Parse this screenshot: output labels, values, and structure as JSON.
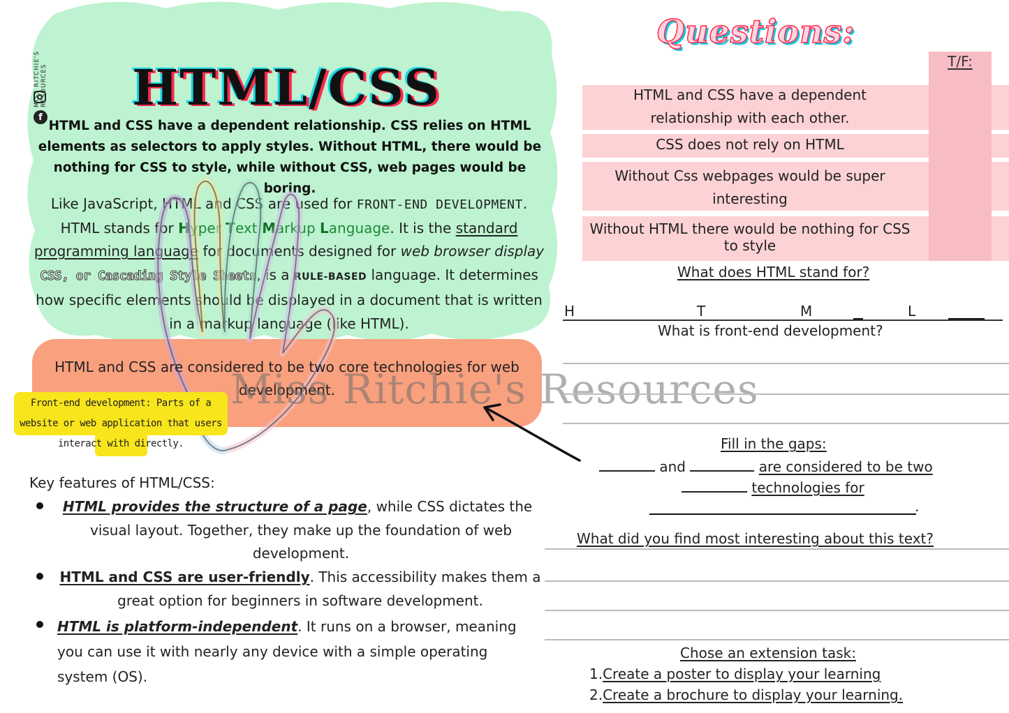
{
  "brand": {
    "name": "MISS RITCHIE'S RESOURCES"
  },
  "left": {
    "title": "HTML/CSS",
    "intro": "HTML and CSS have a dependent relationship. CSS relies on HTML elements as selectors to apply styles. Without HTML, there would be nothing for CSS to style, while without CSS, web pages would be boring.",
    "body": {
      "p1a": "Like JavaScript, HTML and CSS are used for",
      "fed": "FRONT-END DEVELOPMENT",
      "p1b": ".",
      "p2a": "HTML stands for",
      "acronym": [
        {
          "cap": "H",
          "rest": "yper"
        },
        {
          "cap": "T",
          "rest": "ext"
        },
        {
          "cap": "M",
          "rest": "arkup"
        },
        {
          "cap": "L",
          "rest": "anguage"
        }
      ],
      "p2b": ". It is the",
      "std": "standard programming language",
      "p2c": "for documents designed for",
      "wbd": "web browser display",
      "css_full": "CSS, or Cascading Style Sheets",
      "p3a": ", is a",
      "rule": "RULE-BASED",
      "p3b": "language. It determines how specific elements should be displayed in a document that is written in a markup language (like HTML)."
    },
    "core": "HTML and CSS are considered to be two core technologies for web development.",
    "note": "Front-end development: Parts of a website or web application that users interact with directly.",
    "watermark": "Miss Ritchie's Resources",
    "features_title": "Key features of HTML/CSS:",
    "features": [
      {
        "bold": "HTML provides the structure of a page",
        "rest": ", while CSS dictates the visual layout. Together, they make up the foundation of web development."
      },
      {
        "bold": "HTML and CSS are user-friendly",
        "rest": ". This accessibility makes them a great option for beginners in software development."
      },
      {
        "bold": "HTML is platform-independent",
        "rest": ". It runs on a browser, meaning you can use it with nearly any device with a simple operating system (OS)."
      }
    ]
  },
  "right": {
    "title": "Questions:",
    "tf_label": "T/F:",
    "tf_statements": [
      "HTML and CSS have a dependent relationship with each other.",
      "CSS does not rely on HTML",
      "Without Css webpages would be super interesting",
      "Without HTML there would be nothing for CSS to style"
    ],
    "q_html": "What does HTML stand for?",
    "html_letters": [
      "H",
      "T",
      "M",
      "L"
    ],
    "q_frontend": "What is front-end development?",
    "fill_title": "Fill in the gaps:",
    "fill_and": "and",
    "fill_text1": "are considered to be two",
    "fill_text2": "technologies for",
    "q_interesting": "What did you find most interesting about this text?",
    "ext_title": "Chose an extension task:",
    "ext_tasks": [
      {
        "num": "1.",
        "text": "Create a poster to display your learning"
      },
      {
        "num": "2.",
        "text": "Create a brochure to display your learning."
      }
    ]
  },
  "colors": {
    "green": "#bdf3d0",
    "orange": "#f9a07e",
    "pink": "#fdd2d5",
    "pink_dark": "#f8bcc4",
    "yellow": "#f8e51b",
    "accent_red": "#ff2a4f",
    "accent_cyan": "#19d6e6"
  }
}
